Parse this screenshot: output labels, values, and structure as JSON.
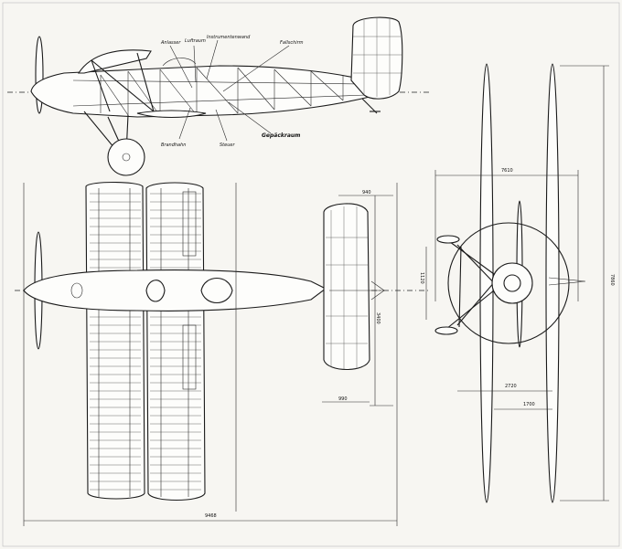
{
  "labels": {
    "anlasser": "Anlasser",
    "luftraum": "Luftraum",
    "instrumentenwand": "Instrumentenwand",
    "fallschirm": "Fallschirm",
    "gepaeckraum": "Gepäckraum",
    "brandhahn": "Brandhahn",
    "steuer": "Steuer"
  },
  "dimensions": {
    "span_total": "9468",
    "front_span": "7610",
    "height": "7860",
    "track_wide": "2720",
    "track_narrow": "1700",
    "tail_top": "940",
    "tail_bottom": "990",
    "tail_span": "3400",
    "fuselage_width": "1120"
  }
}
